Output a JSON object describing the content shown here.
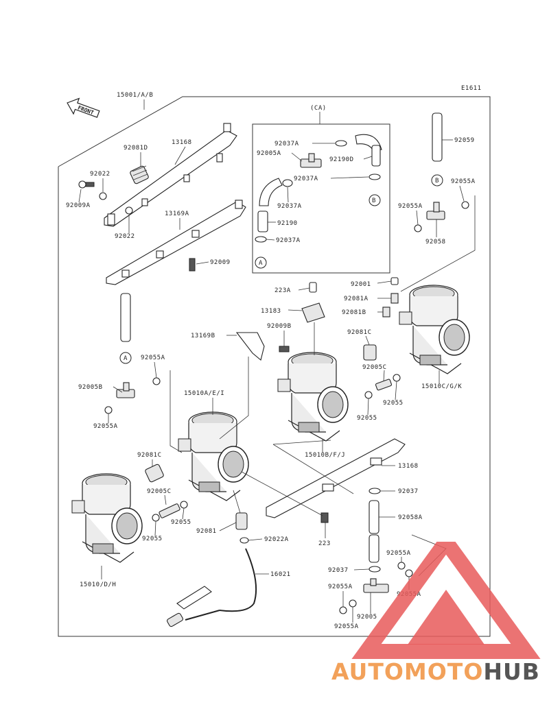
{
  "diagram": {
    "code": "E1611",
    "front_label": "FRONT",
    "group_label": "(CA)",
    "marker_a": "A",
    "marker_b": "B",
    "parts": [
      {
        "id": "p15001",
        "label": "15001/A/B"
      },
      {
        "id": "p13168a",
        "label": "13168"
      },
      {
        "id": "p92081d",
        "label": "92081D"
      },
      {
        "id": "p92022a",
        "label": "92022"
      },
      {
        "id": "p92009a",
        "label": "92009A"
      },
      {
        "id": "p92022b",
        "label": "92022"
      },
      {
        "id": "p13169a",
        "label": "13169A"
      },
      {
        "id": "p92009",
        "label": "92009"
      },
      {
        "id": "p92037a1",
        "label": "92037A"
      },
      {
        "id": "p92005a",
        "label": "92005A"
      },
      {
        "id": "p92190d",
        "label": "92190D"
      },
      {
        "id": "p92037a2",
        "label": "92037A"
      },
      {
        "id": "p92037a3",
        "label": "92037A"
      },
      {
        "id": "p92190",
        "label": "92190"
      },
      {
        "id": "p92037a4",
        "label": "92037A"
      },
      {
        "id": "p92059",
        "label": "92059"
      },
      {
        "id": "p92055a1",
        "label": "92055A"
      },
      {
        "id": "p92055a2",
        "label": "92055A"
      },
      {
        "id": "p92005b1",
        "label": "92005B"
      },
      {
        "id": "p223a",
        "label": "223A"
      },
      {
        "id": "p92001",
        "label": "92001"
      },
      {
        "id": "p92081a",
        "label": "92081A"
      },
      {
        "id": "p13183",
        "label": "13183"
      },
      {
        "id": "p92081b",
        "label": "92081B"
      },
      {
        "id": "p92058",
        "label": "92058"
      },
      {
        "id": "p92009b",
        "label": "92009B"
      },
      {
        "id": "p13169b",
        "label": "13169B"
      },
      {
        "id": "p92081c1",
        "label": "92081C"
      },
      {
        "id": "p92055a3",
        "label": "92055A"
      },
      {
        "id": "p92005c1",
        "label": "92005C"
      },
      {
        "id": "p15010a",
        "label": "15010A/E/I"
      },
      {
        "id": "p92005b2",
        "label": "92005B"
      },
      {
        "id": "p15010c",
        "label": "15010C/G/K"
      },
      {
        "id": "p92055b1",
        "label": "92055"
      },
      {
        "id": "p92055b2",
        "label": "92055"
      },
      {
        "id": "p92055a4",
        "label": "92055A"
      },
      {
        "id": "p15010b",
        "label": "15010B/F/J"
      },
      {
        "id": "p92081c2",
        "label": "92081C"
      },
      {
        "id": "p13168b",
        "label": "13168"
      },
      {
        "id": "p92037b1",
        "label": "92037"
      },
      {
        "id": "p92005c2",
        "label": "92005C"
      },
      {
        "id": "p92058a",
        "label": "92058A"
      },
      {
        "id": "p92055b3",
        "label": "92055"
      },
      {
        "id": "p92081",
        "label": "92081"
      },
      {
        "id": "p92022a2",
        "label": "92022A"
      },
      {
        "id": "p92055b4",
        "label": "92055"
      },
      {
        "id": "p223",
        "label": "223"
      },
      {
        "id": "p92055a5",
        "label": "92055A"
      },
      {
        "id": "p92037b2",
        "label": "92037"
      },
      {
        "id": "p15010",
        "label": "15010/D/H"
      },
      {
        "id": "p16021",
        "label": "16021"
      },
      {
        "id": "p92055a6",
        "label": "92055A"
      },
      {
        "id": "p92055a7",
        "label": "92055A"
      },
      {
        "id": "p92005",
        "label": "92005"
      },
      {
        "id": "p92055a8",
        "label": "92055A"
      }
    ]
  },
  "watermark": {
    "text_a": "AUTOMOTO",
    "text_b": "HUB",
    "color_a": "#f2a15a",
    "color_b": "#555555",
    "logo_color": "#e85a5a"
  }
}
